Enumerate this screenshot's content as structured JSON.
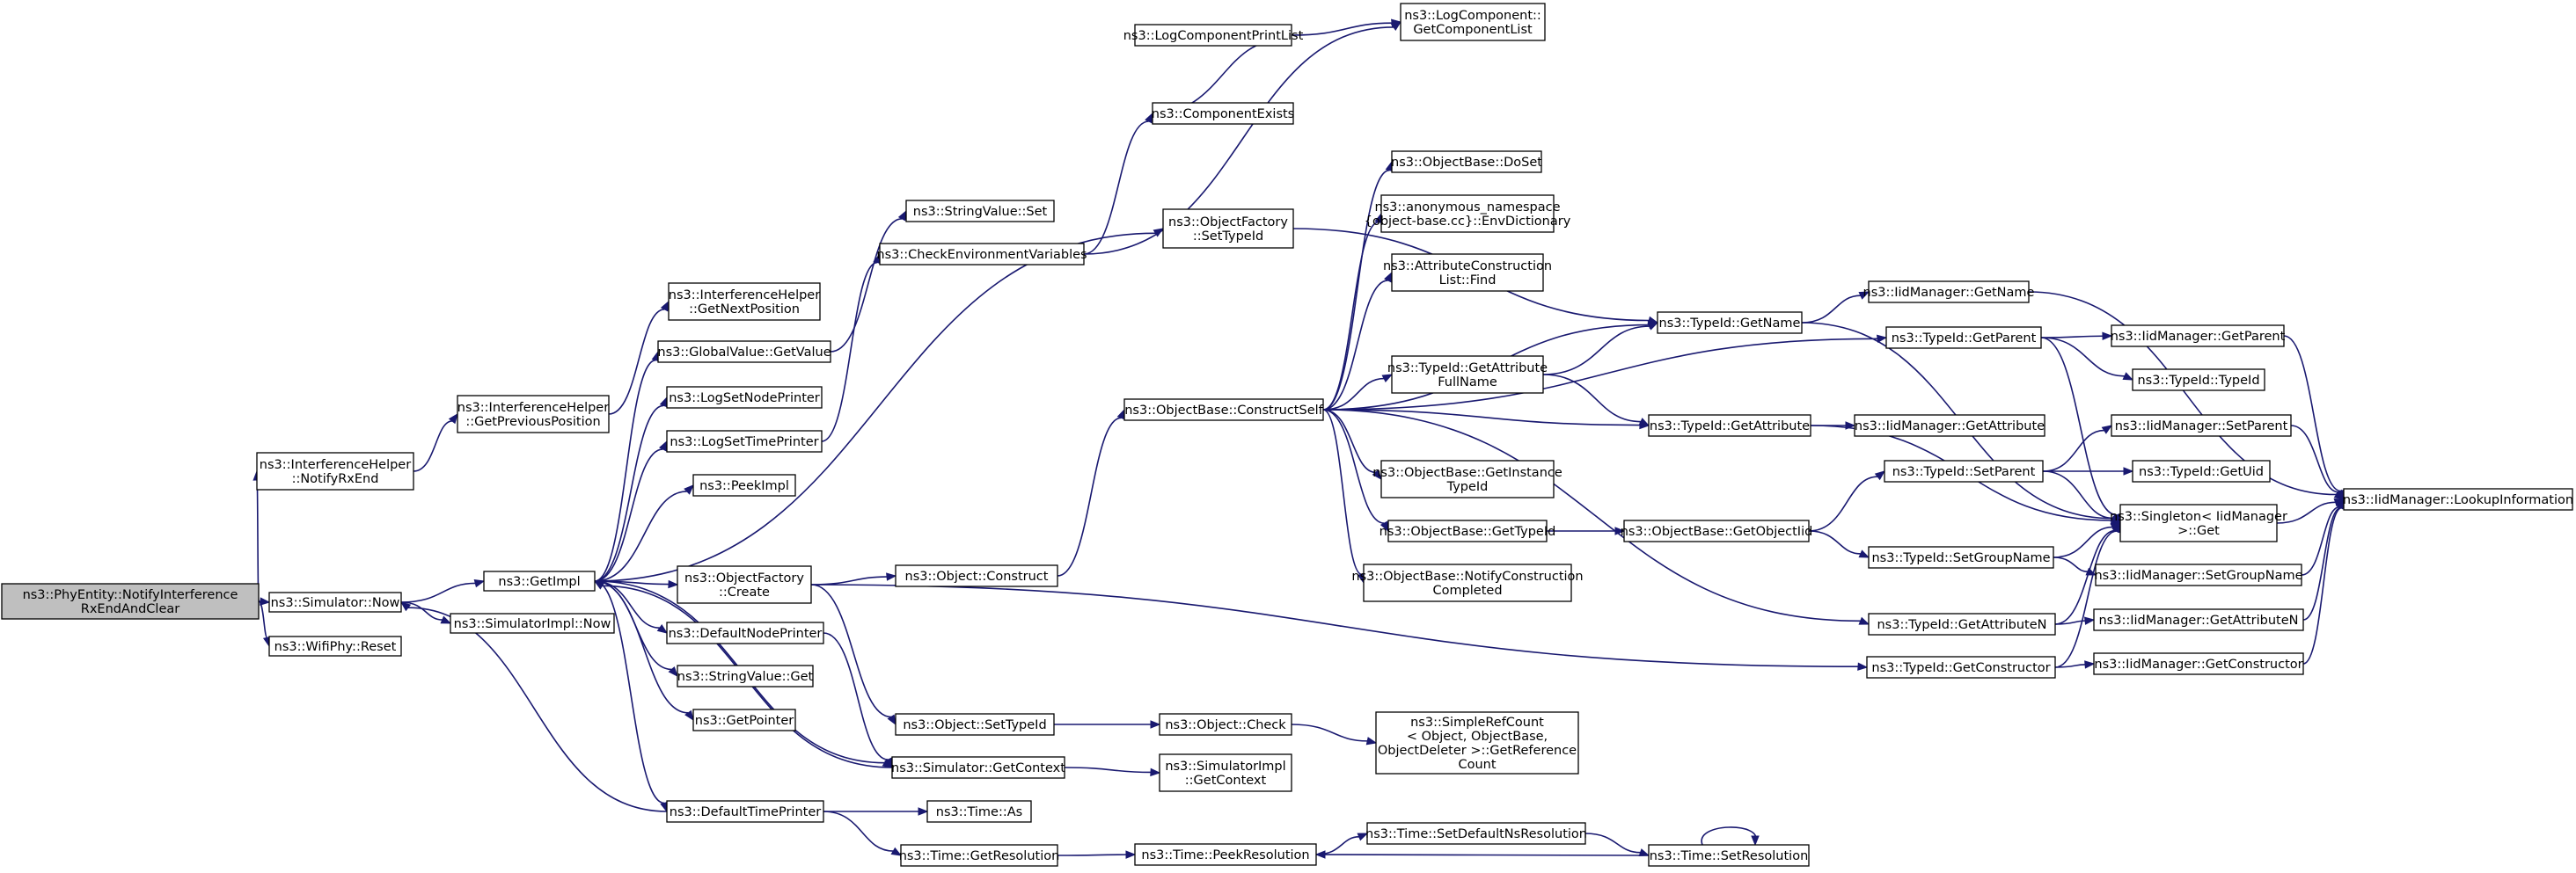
{
  "nodes": [
    {
      "id": "root",
      "lines": [
        "ns3::PhyEntity::NotifyInterference",
        "RxEndAndClear"
      ],
      "highlight": true
    },
    {
      "id": "ih_notify",
      "lines": [
        "ns3::InterferenceHelper",
        "::NotifyRxEnd"
      ]
    },
    {
      "id": "sim_now",
      "lines": [
        "ns3::Simulator::Now"
      ]
    },
    {
      "id": "wifi_reset",
      "lines": [
        "ns3::WifiPhy::Reset"
      ]
    },
    {
      "id": "ih_prev",
      "lines": [
        "ns3::InterferenceHelper",
        "::GetPreviousPosition"
      ]
    },
    {
      "id": "getimpl",
      "lines": [
        "ns3::GetImpl"
      ]
    },
    {
      "id": "simimpl_now",
      "lines": [
        "ns3::SimulatorImpl::Now"
      ]
    },
    {
      "id": "ih_next",
      "lines": [
        "ns3::InterferenceHelper",
        "::GetNextPosition"
      ]
    },
    {
      "id": "gv_get",
      "lines": [
        "ns3::GlobalValue::GetValue"
      ]
    },
    {
      "id": "lognode",
      "lines": [
        "ns3::LogSetNodePrinter"
      ]
    },
    {
      "id": "logtime",
      "lines": [
        "ns3::LogSetTimePrinter"
      ]
    },
    {
      "id": "peekimpl",
      "lines": [
        "ns3::PeekImpl"
      ]
    },
    {
      "id": "of_create",
      "lines": [
        "ns3::ObjectFactory",
        "::Create"
      ]
    },
    {
      "id": "defnode",
      "lines": [
        "ns3::DefaultNodePrinter"
      ]
    },
    {
      "id": "strval_get",
      "lines": [
        "ns3::StringValue::Get"
      ]
    },
    {
      "id": "getpointer",
      "lines": [
        "ns3::GetPointer"
      ]
    },
    {
      "id": "deftime",
      "lines": [
        "ns3::DefaultTimePrinter"
      ]
    },
    {
      "id": "strval_set",
      "lines": [
        "ns3::StringValue::Set"
      ]
    },
    {
      "id": "checkenv",
      "lines": [
        "ns3::CheckEnvironmentVariables"
      ]
    },
    {
      "id": "logcplist",
      "lines": [
        "ns3::LogComponentPrintList"
      ]
    },
    {
      "id": "cpexists",
      "lines": [
        "ns3::ComponentExists"
      ]
    },
    {
      "id": "lc_getlist",
      "lines": [
        "ns3::LogComponent::",
        "GetComponentList"
      ]
    },
    {
      "id": "of_settype",
      "lines": [
        "ns3::ObjectFactory",
        "::SetTypeId"
      ]
    },
    {
      "id": "ob_construct",
      "lines": [
        "ns3::ObjectBase::ConstructSelf"
      ]
    },
    {
      "id": "obj_construct",
      "lines": [
        "ns3::Object::Construct"
      ]
    },
    {
      "id": "obj_settype",
      "lines": [
        "ns3::Object::SetTypeId"
      ]
    },
    {
      "id": "sim_getctx",
      "lines": [
        "ns3::Simulator::GetContext"
      ]
    },
    {
      "id": "time_as",
      "lines": [
        "ns3::Time::As"
      ]
    },
    {
      "id": "time_getres",
      "lines": [
        "ns3::Time::GetResolution"
      ]
    },
    {
      "id": "ob_doset",
      "lines": [
        "ns3::ObjectBase::DoSet"
      ]
    },
    {
      "id": "anon_env",
      "lines": [
        "ns3::anonymous_namespace",
        "{object-base.cc}::EnvDictionary"
      ]
    },
    {
      "id": "acl_find",
      "lines": [
        "ns3::AttributeConstruction",
        "List::Find"
      ]
    },
    {
      "id": "tid_getattrfull",
      "lines": [
        "ns3::TypeId::GetAttribute",
        "FullName"
      ]
    },
    {
      "id": "ob_getinst",
      "lines": [
        "ns3::ObjectBase::GetInstance",
        "TypeId"
      ]
    },
    {
      "id": "ob_gettype",
      "lines": [
        "ns3::ObjectBase::GetTypeId"
      ]
    },
    {
      "id": "ob_notify",
      "lines": [
        "ns3::ObjectBase::NotifyConstruction",
        "Completed"
      ]
    },
    {
      "id": "obj_check",
      "lines": [
        "ns3::Object::Check"
      ]
    },
    {
      "id": "simimpl_getctx",
      "lines": [
        "ns3::SimulatorImpl",
        "::GetContext"
      ]
    },
    {
      "id": "time_peekres",
      "lines": [
        "ns3::Time::PeekResolution"
      ]
    },
    {
      "id": "tid_getname",
      "lines": [
        "ns3::TypeId::GetName"
      ]
    },
    {
      "id": "tid_getattr",
      "lines": [
        "ns3::TypeId::GetAttribute"
      ]
    },
    {
      "id": "ob_getobjiid",
      "lines": [
        "ns3::ObjectBase::GetObjectIid"
      ]
    },
    {
      "id": "src_getref",
      "lines": [
        "ns3::SimpleRefCount",
        "< Object, ObjectBase,",
        " ObjectDeleter >::GetReference",
        "Count"
      ]
    },
    {
      "id": "time_setdefns",
      "lines": [
        "ns3::Time::SetDefaultNsResolution"
      ]
    },
    {
      "id": "iid_getname",
      "lines": [
        "ns3::IidManager::GetName"
      ]
    },
    {
      "id": "tid_getparent",
      "lines": [
        "ns3::TypeId::GetParent"
      ]
    },
    {
      "id": "iid_getattr",
      "lines": [
        "ns3::IidManager::GetAttribute"
      ]
    },
    {
      "id": "tid_setparent",
      "lines": [
        "ns3::TypeId::SetParent"
      ]
    },
    {
      "id": "tid_setgroup",
      "lines": [
        "ns3::TypeId::SetGroupName"
      ]
    },
    {
      "id": "tid_getattrn",
      "lines": [
        "ns3::TypeId::GetAttributeN"
      ]
    },
    {
      "id": "tid_getctor",
      "lines": [
        "ns3::TypeId::GetConstructor"
      ]
    },
    {
      "id": "time_setres",
      "lines": [
        "ns3::Time::SetResolution"
      ]
    },
    {
      "id": "iid_getparent",
      "lines": [
        "ns3::IidManager::GetParent"
      ]
    },
    {
      "id": "tid_typeid",
      "lines": [
        "ns3::TypeId::TypeId"
      ]
    },
    {
      "id": "iid_setparent",
      "lines": [
        "ns3::IidManager::SetParent"
      ]
    },
    {
      "id": "tid_getuid",
      "lines": [
        "ns3::TypeId::GetUid"
      ]
    },
    {
      "id": "singleton_get",
      "lines": [
        "ns3::Singleton< IidManager",
        " >::Get"
      ]
    },
    {
      "id": "iid_setgroup",
      "lines": [
        "ns3::IidManager::SetGroupName"
      ]
    },
    {
      "id": "iid_getattrn",
      "lines": [
        "ns3::IidManager::GetAttributeN"
      ]
    },
    {
      "id": "iid_getctor",
      "lines": [
        "ns3::IidManager::GetConstructor"
      ]
    },
    {
      "id": "iid_lookup",
      "lines": [
        "ns3::IidManager::LookupInformation"
      ]
    }
  ],
  "edges": [
    [
      "root",
      "ih_notify"
    ],
    [
      "root",
      "sim_now"
    ],
    [
      "root",
      "wifi_reset"
    ],
    [
      "ih_notify",
      "ih_prev"
    ],
    [
      "ih_prev",
      "ih_next"
    ],
    [
      "sim_now",
      "getimpl"
    ],
    [
      "sim_now",
      "simimpl_now"
    ],
    [
      "getimpl",
      "gv_get"
    ],
    [
      "getimpl",
      "lognode"
    ],
    [
      "getimpl",
      "logtime"
    ],
    [
      "getimpl",
      "peekimpl"
    ],
    [
      "getimpl",
      "of_settype"
    ],
    [
      "getimpl",
      "of_create"
    ],
    [
      "getimpl",
      "defnode"
    ],
    [
      "getimpl",
      "strval_get"
    ],
    [
      "getimpl",
      "getpointer"
    ],
    [
      "getimpl",
      "deftime"
    ],
    [
      "getimpl",
      "sim_getctx"
    ],
    [
      "gv_get",
      "strval_set"
    ],
    [
      "logtime",
      "checkenv"
    ],
    [
      "checkenv",
      "lc_getlist"
    ],
    [
      "checkenv",
      "cpexists"
    ],
    [
      "logcplist",
      "lc_getlist"
    ],
    [
      "cpexists",
      "logcplist"
    ],
    [
      "of_create",
      "obj_construct"
    ],
    [
      "of_create",
      "obj_settype"
    ],
    [
      "of_create",
      "tid_getctor"
    ],
    [
      "obj_construct",
      "ob_construct"
    ],
    [
      "defnode",
      "sim_getctx"
    ],
    [
      "deftime",
      "sim_now"
    ],
    [
      "deftime",
      "time_as"
    ],
    [
      "deftime",
      "time_getres"
    ],
    [
      "sim_getctx",
      "getimpl"
    ],
    [
      "sim_getctx",
      "simimpl_getctx"
    ],
    [
      "obj_settype",
      "obj_check"
    ],
    [
      "obj_check",
      "src_getref"
    ],
    [
      "time_getres",
      "time_peekres"
    ],
    [
      "time_peekres",
      "time_setdefns"
    ],
    [
      "time_setdefns",
      "time_setres"
    ],
    [
      "time_setres",
      "time_peekres"
    ],
    [
      "time_setres",
      "time_setres"
    ],
    [
      "of_settype",
      "tid_getname"
    ],
    [
      "ob_construct",
      "ob_doset"
    ],
    [
      "ob_construct",
      "anon_env"
    ],
    [
      "ob_construct",
      "acl_find"
    ],
    [
      "ob_construct",
      "tid_getattrfull"
    ],
    [
      "ob_construct",
      "tid_getname"
    ],
    [
      "ob_construct",
      "tid_getparent"
    ],
    [
      "ob_construct",
      "tid_getattr"
    ],
    [
      "ob_construct",
      "ob_getinst"
    ],
    [
      "ob_construct",
      "ob_gettype"
    ],
    [
      "ob_construct",
      "ob_notify"
    ],
    [
      "ob_construct",
      "tid_getattrn"
    ],
    [
      "tid_getattrfull",
      "tid_getname"
    ],
    [
      "tid_getattrfull",
      "tid_getattr"
    ],
    [
      "ob_gettype",
      "ob_getobjiid"
    ],
    [
      "ob_getobjiid",
      "tid_setparent"
    ],
    [
      "ob_getobjiid",
      "tid_setgroup"
    ],
    [
      "tid_getname",
      "iid_getname"
    ],
    [
      "tid_getname",
      "singleton_get"
    ],
    [
      "tid_getattr",
      "iid_getattr"
    ],
    [
      "tid_getattr",
      "singleton_get"
    ],
    [
      "tid_getparent",
      "iid_getparent"
    ],
    [
      "tid_getparent",
      "tid_typeid"
    ],
    [
      "tid_getparent",
      "singleton_get"
    ],
    [
      "tid_setparent",
      "iid_setparent"
    ],
    [
      "tid_setparent",
      "tid_getuid"
    ],
    [
      "tid_setparent",
      "singleton_get"
    ],
    [
      "tid_setgroup",
      "singleton_get"
    ],
    [
      "tid_setgroup",
      "iid_setgroup"
    ],
    [
      "tid_getattrn",
      "singleton_get"
    ],
    [
      "tid_getattrn",
      "iid_getattrn"
    ],
    [
      "tid_getctor",
      "singleton_get"
    ],
    [
      "tid_getctor",
      "iid_getctor"
    ],
    [
      "iid_getname",
      "iid_lookup"
    ],
    [
      "iid_getparent",
      "iid_lookup"
    ],
    [
      "iid_setparent",
      "iid_lookup"
    ],
    [
      "singleton_get",
      "iid_lookup"
    ],
    [
      "iid_setgroup",
      "iid_lookup"
    ],
    [
      "iid_getattrn",
      "iid_lookup"
    ],
    [
      "iid_getctor",
      "iid_lookup"
    ]
  ],
  "colors": {
    "edge": "#191970",
    "node_fill": "#ffffff",
    "root_fill": "#bfbfbf",
    "node_border": "#000000"
  }
}
